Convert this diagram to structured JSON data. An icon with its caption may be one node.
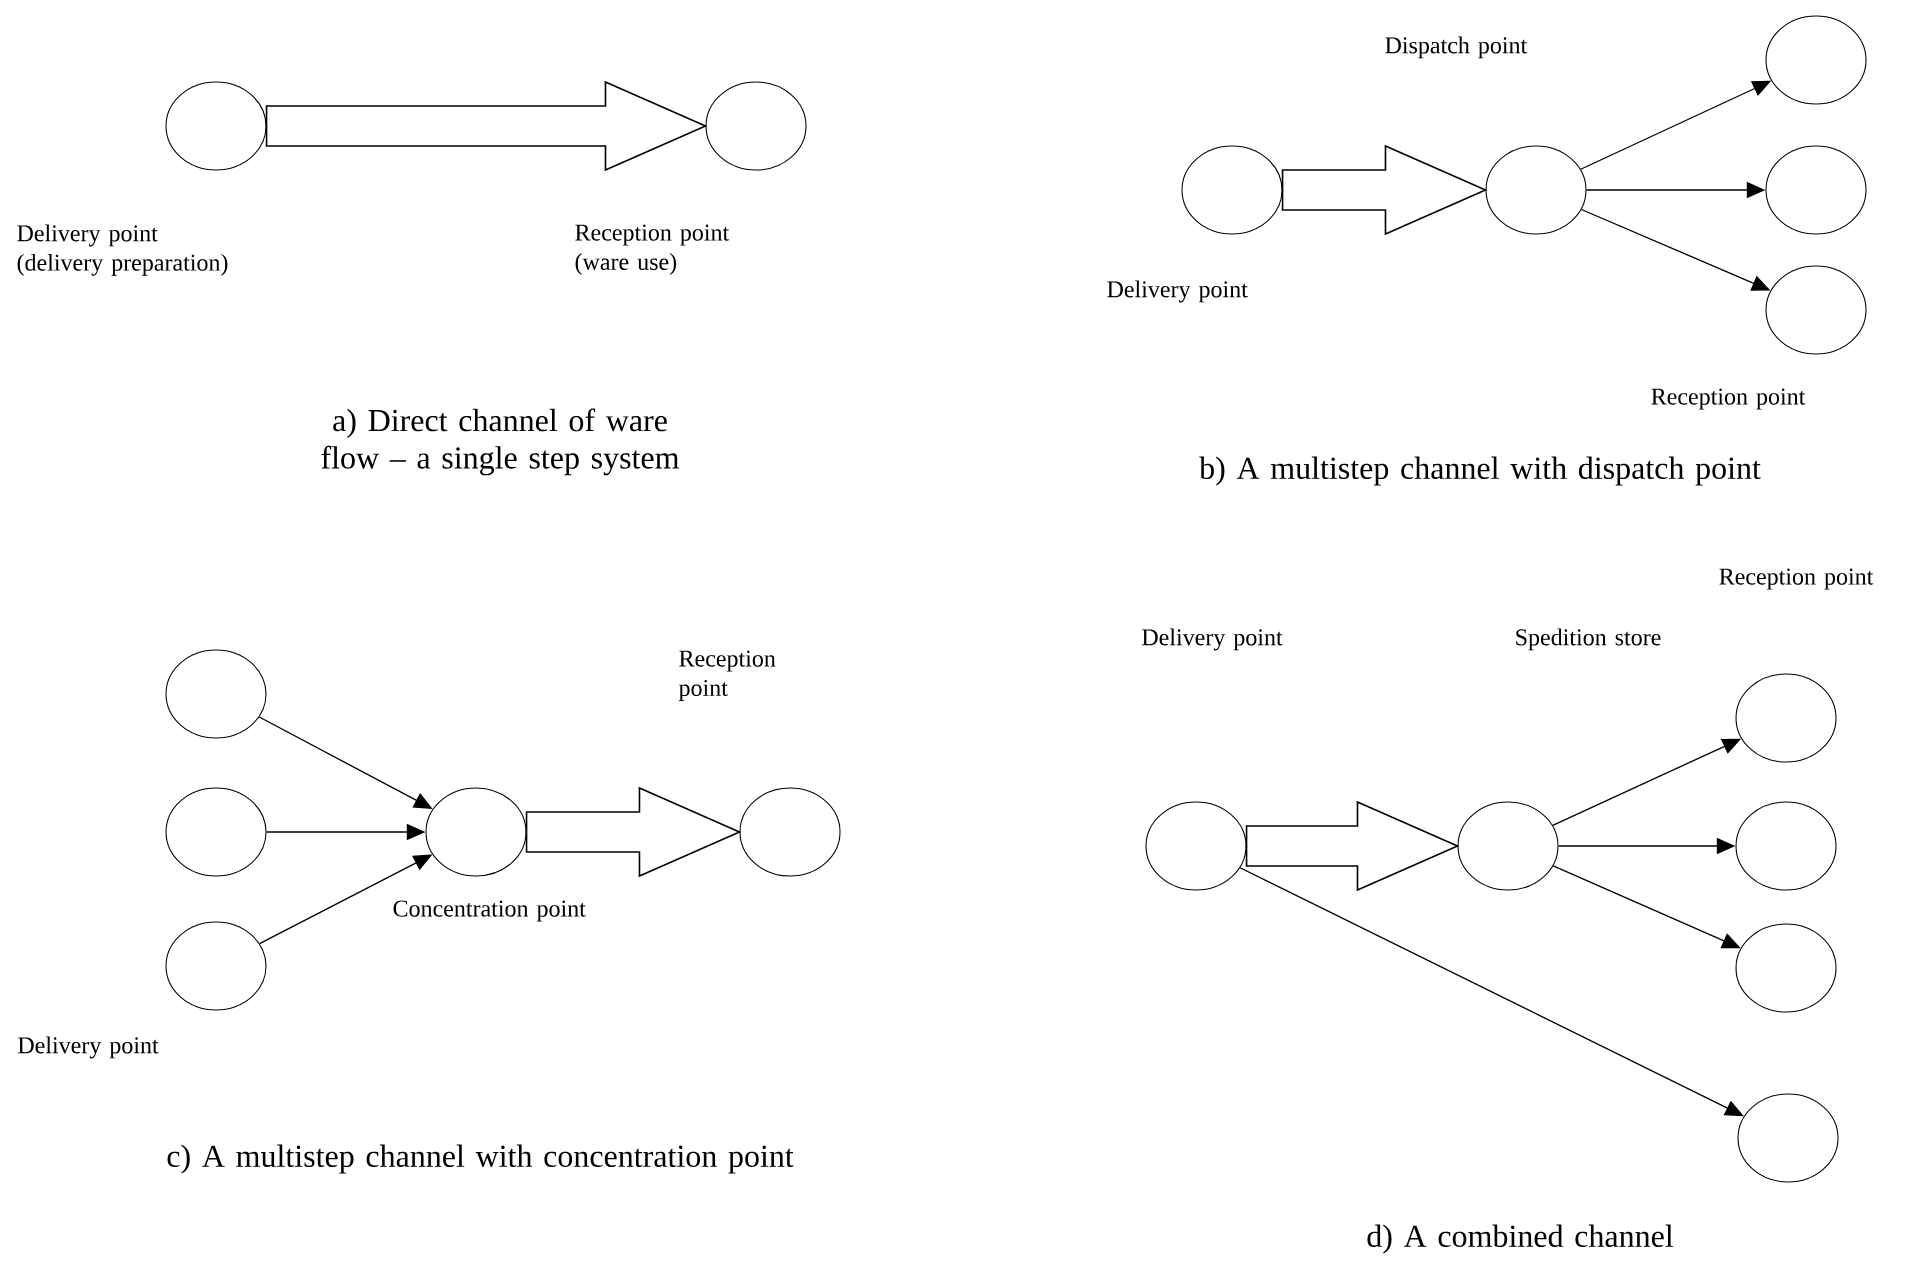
{
  "diagram": {
    "nodes": [
      {
        "text": [],
        "shape": "circle",
        "beside": [
          "Delivery point (delivery preparation)"
        ]
      },
      {
        "text": [],
        "shape": "circle",
        "beside": [
          "Reception point (ware use)"
        ]
      },
      {
        "text": [],
        "shape": "circle",
        "beside": [
          "Delivery point"
        ]
      },
      {
        "text": [],
        "shape": "circle",
        "beside": [
          "Dispatch point"
        ]
      },
      {
        "text": [],
        "shape": "circle"
      },
      {
        "text": [],
        "shape": "circle"
      },
      {
        "text": [],
        "shape": "circle"
      },
      {
        "text": [],
        "shape": "circle"
      },
      {
        "text": [],
        "shape": "circle"
      },
      {
        "text": [],
        "shape": "circle"
      },
      {
        "text": [],
        "shape": "circle",
        "beside": [
          "Concentration point"
        ]
      },
      {
        "text": [],
        "shape": "circle",
        "beside": [
          "Reception point"
        ]
      },
      {
        "text": [],
        "shape": "circle"
      },
      {
        "text": [],
        "shape": "circle"
      },
      {
        "text": [],
        "shape": "circle"
      },
      {
        "text": [],
        "shape": "circle"
      },
      {
        "text": [],
        "shape": "circle"
      },
      {
        "text": [],
        "shape": "circle"
      }
    ],
    "edges": [
      {
        "from": 0,
        "to": 1,
        "arrow": "to",
        "style": "thick"
      },
      {
        "from": 2,
        "to": 3,
        "arrow": "to",
        "style": "thick"
      },
      {
        "from": 3,
        "to": 4,
        "arrow": "to"
      },
      {
        "from": 3,
        "to": 5,
        "arrow": "to"
      },
      {
        "from": 3,
        "to": 6,
        "arrow": "to"
      },
      {
        "from": 7,
        "to": 10,
        "arrow": "to"
      },
      {
        "from": 8,
        "to": 10,
        "arrow": "to"
      },
      {
        "from": 9,
        "to": 10,
        "arrow": "to"
      },
      {
        "from": 10,
        "to": 11,
        "arrow": "to",
        "style": "thick"
      },
      {
        "from": 12,
        "to": 13,
        "arrow": "to",
        "style": "thick"
      },
      {
        "from": 13,
        "to": 14,
        "arrow": "to"
      },
      {
        "from": 13,
        "to": 15,
        "arrow": "to"
      },
      {
        "from": 13,
        "to": 16,
        "arrow": "to"
      },
      {
        "from": 12,
        "to": 17,
        "arrow": "to"
      }
    ],
    "labels": [
      "a) Direct channel of ware flow – a single step system",
      "Reception point",
      "b) A multistep channel with dispatch point",
      "Delivery point",
      "c) A multistep channel with concentration point",
      "Reception point",
      "Delivery point",
      "Spedition store",
      "d) A combined channel"
    ]
  }
}
